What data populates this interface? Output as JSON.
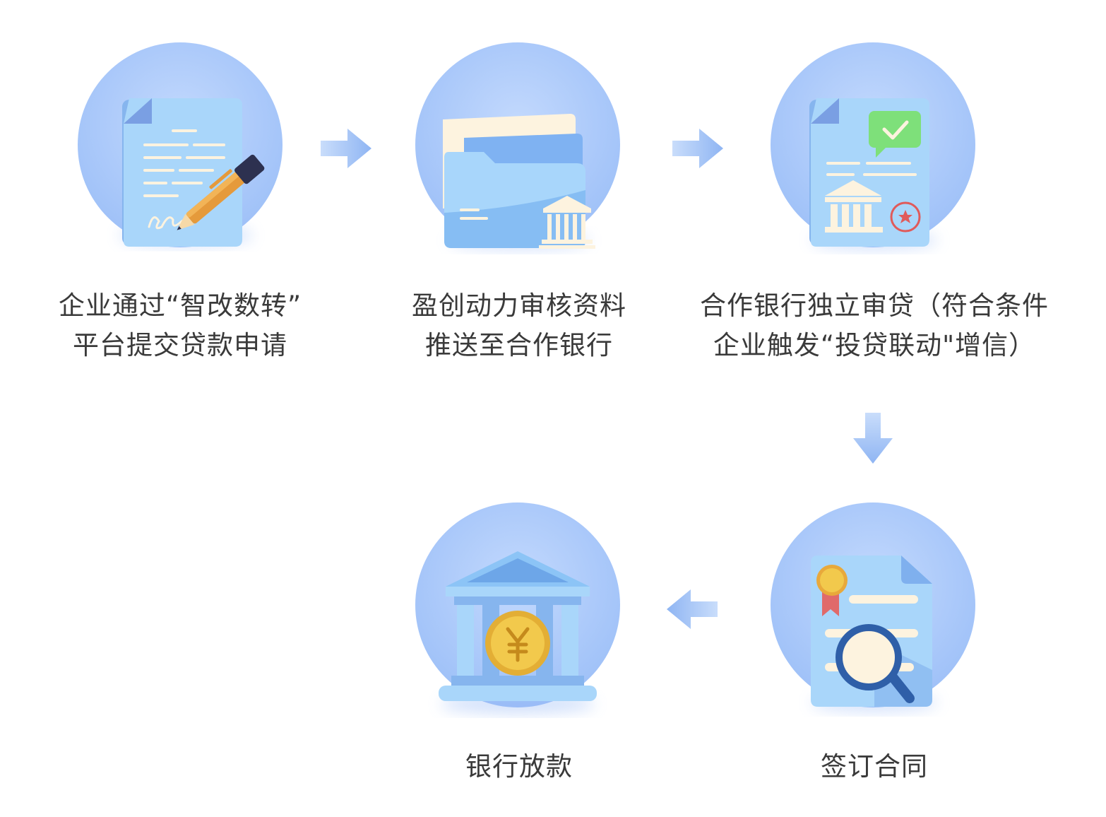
{
  "steps": [
    {
      "id": "apply",
      "icon": "document-pen-icon",
      "lines": [
        "企业通过“智改数转”",
        "平台提交贷款申请"
      ]
    },
    {
      "id": "review",
      "icon": "folder-bank-icon",
      "lines": [
        "盈创动力审核资料",
        "推送至合作银行"
      ]
    },
    {
      "id": "approve",
      "icon": "approved-document-icon",
      "lines": [
        "合作银行独立审贷（符合条件",
        "企业触发“投贷联动\"增信）"
      ]
    },
    {
      "id": "contract",
      "icon": "contract-magnifier-icon",
      "lines": [
        "签订合同"
      ]
    },
    {
      "id": "disburse",
      "icon": "bank-coin-icon",
      "lines": [
        "银行放款"
      ]
    }
  ],
  "arrows": [
    {
      "from": "apply",
      "to": "review",
      "direction": "right"
    },
    {
      "from": "review",
      "to": "approve",
      "direction": "right"
    },
    {
      "from": "approve",
      "to": "contract",
      "direction": "down"
    },
    {
      "from": "contract",
      "to": "disburse",
      "direction": "left"
    }
  ],
  "colors": {
    "circle": "#a9c9fb",
    "circle_light": "#c7dcfd",
    "paper": "#a8d6fb",
    "paper_dark": "#7fb0ee",
    "cream": "#fdf3df",
    "arrow": "#9dbff6",
    "text": "#3a3a3a",
    "gold": "#f2c94c",
    "check_green": "#7ee07a",
    "seal_red": "#e05a5a"
  }
}
